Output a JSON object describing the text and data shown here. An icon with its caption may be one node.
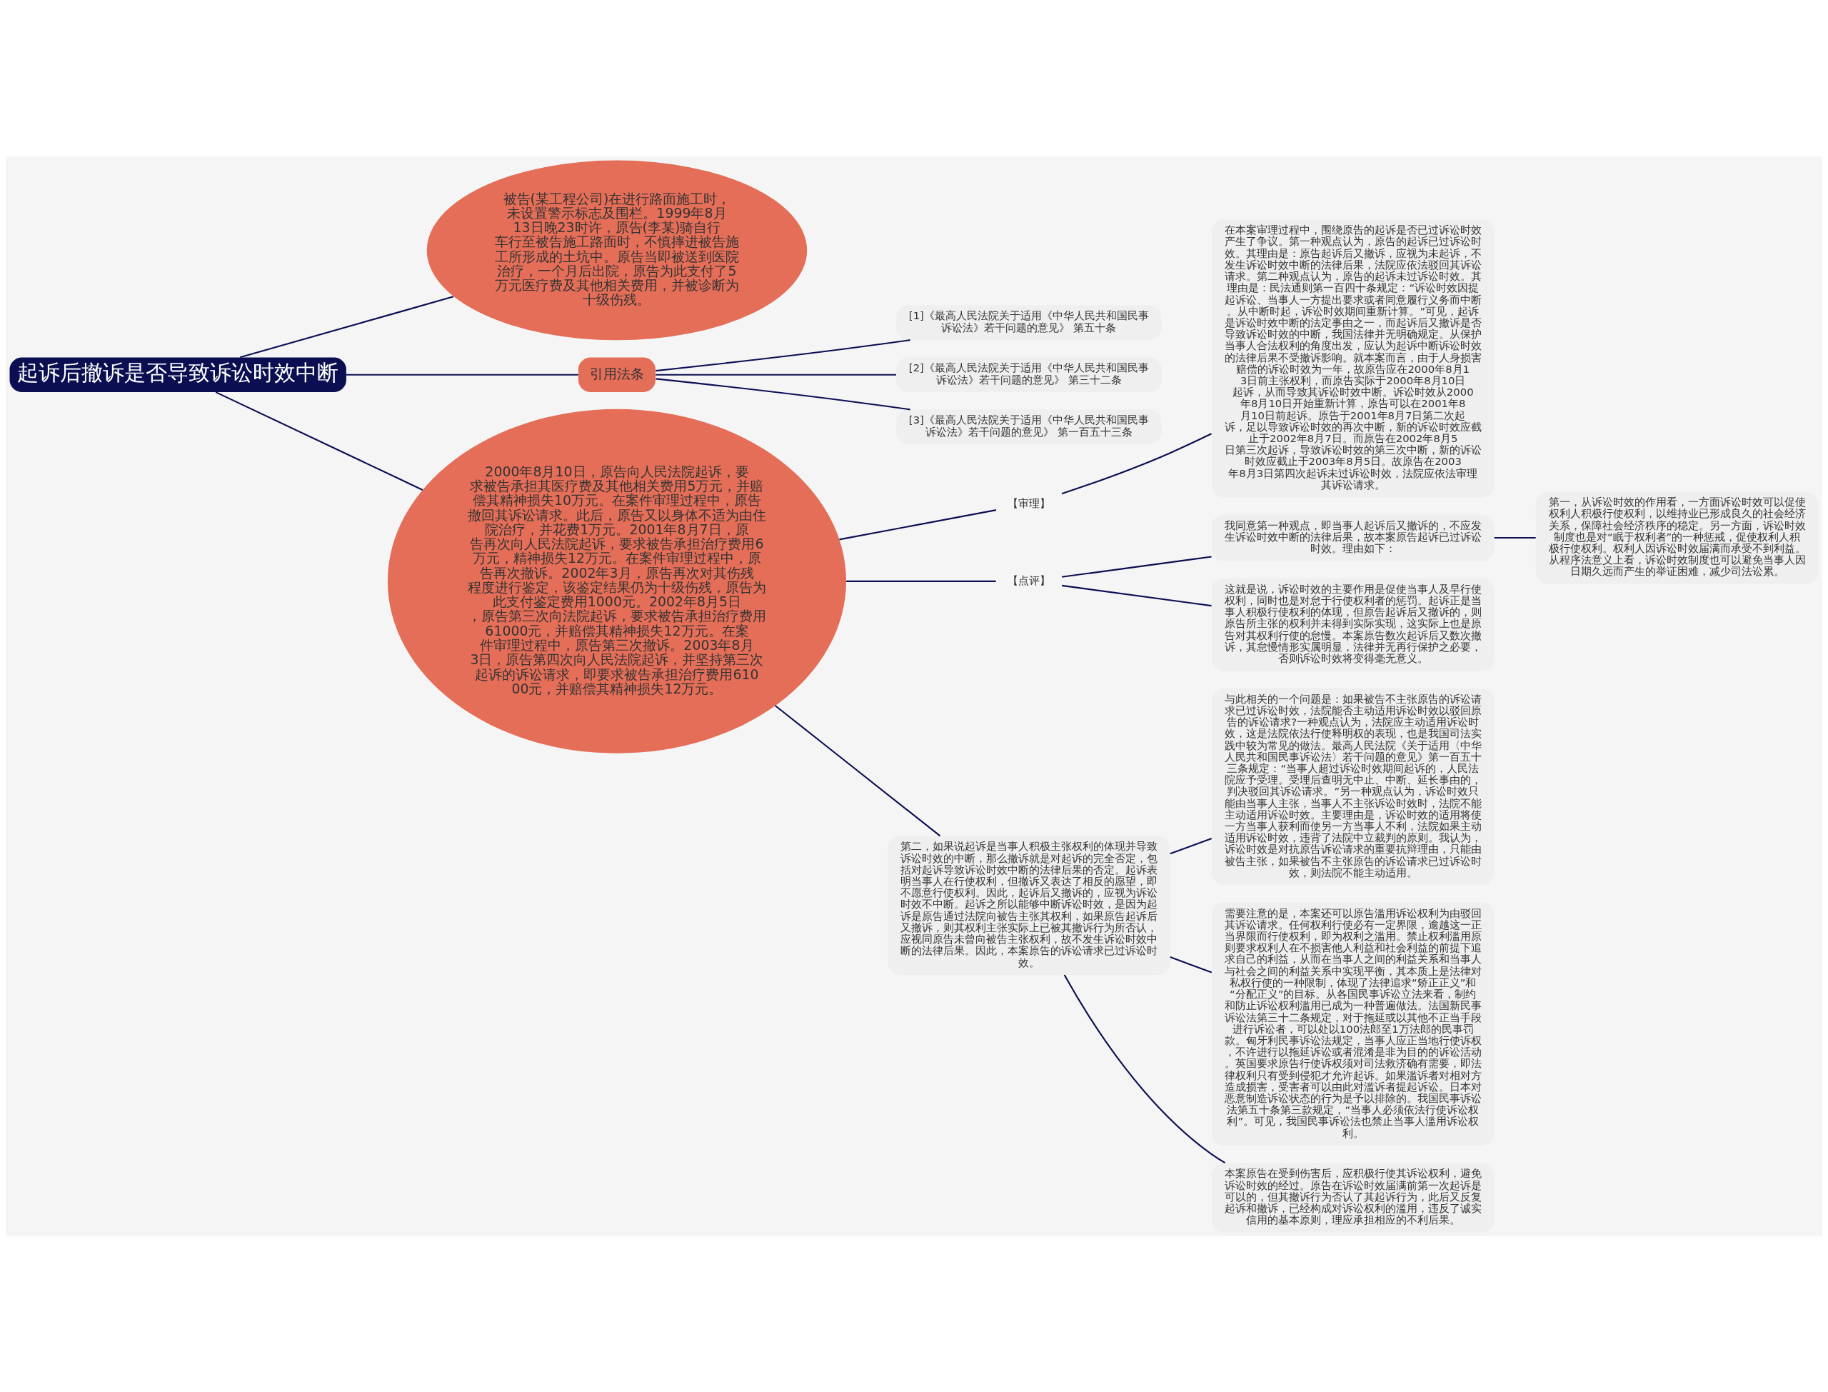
{
  "diagram": {
    "nodes": [
      {
        "text": [
          "起诉后撤诉是否导致诉讼时效中断"
        ]
      },
      {
        "text": [
          "被告(某工程公司)在进行路面施工时，未设置警示标志及围栏。1999年8月13日晚23时许，原告(李某)骑自行车行至被告施工路面时，不慎摔进被告施工所形成的土坑中。原告当即被送到医院治疗，一个月后出院，原告为此支付了5万元医疗费及其他相关费用，并被诊断为十级伤残。"
        ]
      },
      {
        "text": [
          "引用法条"
        ]
      },
      {
        "text": [
          "[1]《最高人民法院关于适用《中华人民共和国民事诉讼法》若干问题的意见》 第五十条"
        ]
      },
      {
        "text": [
          "[2]《最高人民法院关于适用《中华人民共和国民事诉讼法》若干问题的意见》 第三十二条"
        ]
      },
      {
        "text": [
          "[3]《最高人民法院关于适用《中华人民共和国民事诉讼法》若干问题的意见》 第一百五十三条"
        ]
      },
      {
        "text": [
          "2000年8月10日，原告向人民法院起诉，要求被告承担其医疗费及其他相关费用5万元，并赔偿其精神损失10万元。在案件审理过程中，原告撤回其诉讼请求。此后，原告又以身体不适为由住院治疗，并花费1万元。2001年8月7日，原告再次向人民法院起诉，要求被告承担治疗费用6万元，精神损失12万元。在案件审理过程中，原告再次撤诉。2002年3月，原告再次对其伤残程度进行鉴定，该鉴定结果仍为十级伤残，原告为此支付鉴定费用1000元。2002年8月5日，原告第三次向法院起诉，要求被告承担治疗费用61000元，并赔偿其精神损失12万元。在案件审理过程中，原告第三次撤诉。2003年8月3日，原告第四次向人民法院起诉，并坚持第三次起诉的诉讼请求，即要求被告承担治疗费用61000元，并赔偿其精神损失12万元。"
        ]
      },
      {
        "text": [
          "【审理】"
        ]
      },
      {
        "text": [
          "在本案审理过程中，围绕原告的起诉是否已过诉讼时效产生了争议。第一种观点认为，原告的起诉已过诉讼时效。其理由是：原告起诉后又撤诉，应视为未起诉，不发生诉讼时效中断的法律后果，法院应依法驳回其诉讼请求。第二种观点认为，原告的起诉未过诉讼时效。其理由是：民法通则第一百四十条规定：“诉讼时效因提起诉讼、当事人一方提出要求或者同意履行义务而中断。从中断时起，诉讼时效期间重新计算。”可见，起诉是诉讼时效中断的法定事由之一，而起诉后又撤诉是否导致诉讼时效的中断，我国法律并无明确规定。从保护当事人合法权利的角度出发，应认为起诉中断诉讼时效的法律后果不受撤诉影响。就本案而言，由于人身损害赔偿的诉讼时效为一年，故原告应在2000年8月13日前主张权利，而原告实际于2000年8月10日起诉，从而导致其诉讼时效中断。诉讼时效从2000年8月10日开始重新计算，原告可以在2001年8月10日前起诉。原告于2001年8月7日第二次起诉，足以导致诉讼时效的再次中断，新的诉讼时效应截止于2002年8月7日。而原告在2002年8月5日第三次起诉，导致诉讼时效的第三次中断，新的诉讼时效应截止于2003年8月5日。故原告在2003年8月3日第四次起诉未过诉讼时效，法院应依法审理其诉讼请求。"
        ]
      },
      {
        "text": [
          "【点评】"
        ]
      },
      {
        "text": [
          "我同意第一种观点，即当事人起诉后又撤诉的，不应发生诉讼时效中断的法律后果，故本案原告起诉已过诉讼时效。理由如下："
        ]
      },
      {
        "text": [
          "第一，从诉讼时效的作用看，一方面诉讼时效可以促使权利人积极行使权利，以维持业已形成良久的社会经济关系，保障社会经济秩序的稳定。另一方面，诉讼时效制度也是对“眠于权利者”的一种惩戒，促使权利人积极行使权利。权利人因诉讼时效届满而承受不到利益。从程序法意义上看，诉讼时效制度也可以避免当事人因日期久远而产生的举证困难，减少司法讼累。"
        ]
      },
      {
        "text": [
          "这就是说，诉讼时效的主要作用是促使当事人及早行使权利，同时也是对怠于行使权利者的惩罚。起诉正是当事人积极行使权利的体现，但原告起诉后又撤诉的，则原告所主张的权利并未得到实际实现，这实际上也是原告对其权利行使的怠慢。本案原告数次起诉后又数次撤诉，其怠慢情形实属明显，法律并无再行保护之必要，否则诉讼时效将变得毫无意义。"
        ]
      },
      {
        "text": [
          "第二，如果说起诉是当事人积极主张权利的体现并导致诉讼时效的中断，那么撤诉就是对起诉的完全否定，包括对起诉导致诉讼时效中断的法律后果的否定。起诉表明当事人在行使权利，但撤诉又表达了相反的愿望，即不愿意行使权利。因此，起诉后又撤诉的，应视为诉讼时效不中断。起诉之所以能够中断诉讼时效，是因为起诉是原告通过法院向被告主张其权利，如果原告起诉后又撤诉，则其权利主张实际上已被其撤诉行为所否认，应视同原告未曾向被告主张权利，故不发生诉讼时效中断的法律后果。因此，本案原告的诉讼请求已过诉讼时效。"
        ]
      },
      {
        "text": [
          "与此相关的一个问题是：如果被告不主张原告的诉讼请求已过诉讼时效，法院能否主动适用诉讼时效以驳回原告的诉讼请求?一种观点认为，法院应主动适用诉讼时效，这是法院依法行使释明权的表现，也是我国司法实践中较为常见的做法。最高人民法院《关于适用〈中华人民共和国民事诉讼法〉若干问题的意见》第一百五十三条规定：“当事人超过诉讼时效期间起诉的，人民法院应予受理。受理后查明无中止、中断、延长事由的，判决驳回其诉讼请求。”另一种观点认为，诉讼时效只能由当事人主张，当事人不主张诉讼时效时，法院不能主动适用诉讼时效。主要理由是，诉讼时效的适用将使一方当事人获利而使另一方当事人不利，法院如果主动适用诉讼时效，违背了法院中立裁判的原则。我认为，诉讼时效是对抗原告诉讼请求的重要抗辩理由，只能由被告主张，如果被告不主张原告的诉讼请求已过诉讼时效，则法院不能主动适用。"
        ]
      },
      {
        "text": [
          "需要注意的是，本案还可以原告滥用诉讼权利为由驳回其诉讼请求。任何权利行使必有一定界限，逾越这一正当界限而行使权利，即为权利之滥用。禁止权利滥用原则要求权利人在不损害他人利益和社会利益的前提下追求自己的利益，从而在当事人之间的利益关系和当事人与社会之间的利益关系中实现平衡，其本质上是法律对私权行使的一种限制，体现了法律追求“矫正正义”和“分配正义”的目标。从各国民事诉讼立法来看，制约和防止诉讼权利滥用已成为一种普遍做法。法国新民事诉讼法第三十二条规定，对于拖延或以其他不正当手段进行诉讼者，可以处以100法郎至1万法郎的民事罚款。匈牙利民事诉讼法规定，当事人应正当地行使诉权，不许进行以拖延诉讼或者混淆是非为目的的诉讼活动。英国要求原告行使诉权须对司法救济确有需要，即法律权利只有受到侵犯才允许起诉。如果滥诉者对相对方造成损害，受害者可以由此对滥诉者提起诉讼。日本对恶意制造诉讼状态的行为是予以排除的。我国民事诉讼法第五十条第三款规定，“当事人必须依法行使诉讼权利”。可见，我国民事诉讼法也禁止当事人滥用诉讼权利。"
        ]
      },
      {
        "text": [
          "本案原告在受到伤害后，应积极行使其诉讼权利，避免诉讼时效的经过。原告在诉讼时效届满前第一次起诉是可以的，但其撤诉行为否认了其起诉行为，此后又反复起诉和撤诉，已经构成对诉讼权利的滥用，违反了诚实信用的基本原则，理应承担相应的不利后果。"
        ]
      }
    ],
    "edges": [
      {
        "from": 0,
        "to": 1,
        "arrow": "none"
      },
      {
        "from": 0,
        "to": 2,
        "arrow": "none"
      },
      {
        "from": 2,
        "to": 3,
        "arrow": "none"
      },
      {
        "from": 2,
        "to": 4,
        "arrow": "none"
      },
      {
        "from": 2,
        "to": 5,
        "arrow": "none"
      },
      {
        "from": 0,
        "to": 6,
        "arrow": "none"
      },
      {
        "from": 6,
        "to": 7,
        "arrow": "none"
      },
      {
        "from": 7,
        "to": 8,
        "arrow": "none"
      },
      {
        "from": 6,
        "to": 9,
        "arrow": "none"
      },
      {
        "from": 9,
        "to": 10,
        "arrow": "none"
      },
      {
        "from": 10,
        "to": 11,
        "arrow": "none"
      },
      {
        "from": 9,
        "to": 12,
        "arrow": "none"
      },
      {
        "from": 6,
        "to": 13,
        "arrow": "none"
      },
      {
        "from": 13,
        "to": 14,
        "arrow": "none"
      },
      {
        "from": 13,
        "to": 15,
        "arrow": "none"
      },
      {
        "from": 13,
        "to": 16,
        "arrow": "none"
      }
    ]
  }
}
